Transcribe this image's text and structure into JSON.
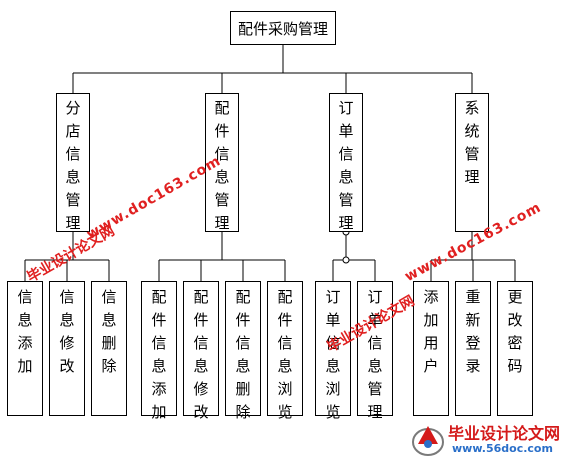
{
  "diagram": {
    "root": {
      "label": "配件采购管理"
    },
    "modules": [
      {
        "label": "分店信息管理",
        "children": [
          "信息添加",
          "信息修改",
          "信息删除"
        ]
      },
      {
        "label": "配件信息管理",
        "children": [
          "配件信息添加",
          "配件信息修改",
          "配件信息删除",
          "配件信息浏览"
        ]
      },
      {
        "label": "订单信息管理",
        "children": [
          "订单信息浏览",
          "订单信息管理"
        ]
      },
      {
        "label": "系统管理",
        "children": [
          "添加用户",
          "重新登录",
          "更改密码"
        ]
      }
    ]
  },
  "watermark": {
    "title": "毕业设计论文网",
    "url": "www.doc163.com"
  },
  "logo": {
    "title": "毕业设计论文网",
    "url": "www.56doc.com"
  },
  "colors": {
    "line": "#000000",
    "watermark": "#e02020",
    "logo_title": "#d41a1a",
    "logo_url": "#2a6fc9"
  }
}
